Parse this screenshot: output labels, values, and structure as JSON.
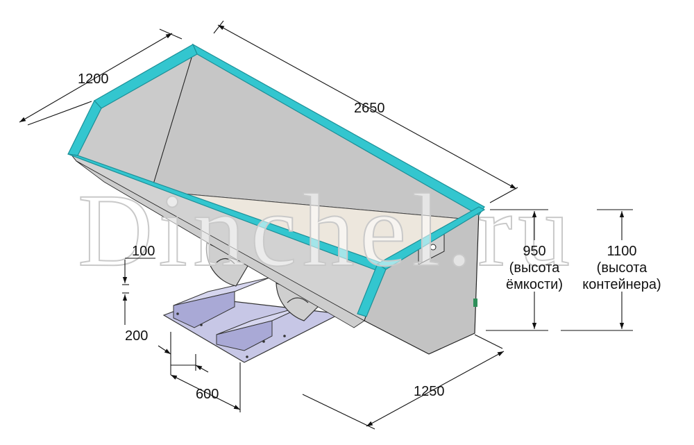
{
  "watermark": "Dinchel.ru",
  "dimensions": {
    "width_top": "1200",
    "length": "2650",
    "lip_height": "100",
    "skid_height": "200",
    "skid_spacing": "600",
    "width_bottom": "1250",
    "tank_height": {
      "value": "950",
      "note_line1": "(высота",
      "note_line2": "ёмкости)"
    },
    "container_height": {
      "value": "1100",
      "note_line1": "(высота",
      "note_line2": "контейнера)"
    }
  },
  "colors": {
    "rim": "#33c6cf",
    "rim_stroke": "#1c8f97",
    "body_gray": "#c8c8c8",
    "body_dark": "#b4b4b4",
    "inner_light": "#ece6dc",
    "frame_lavender": "#b9b9dd",
    "line": "#111111"
  }
}
